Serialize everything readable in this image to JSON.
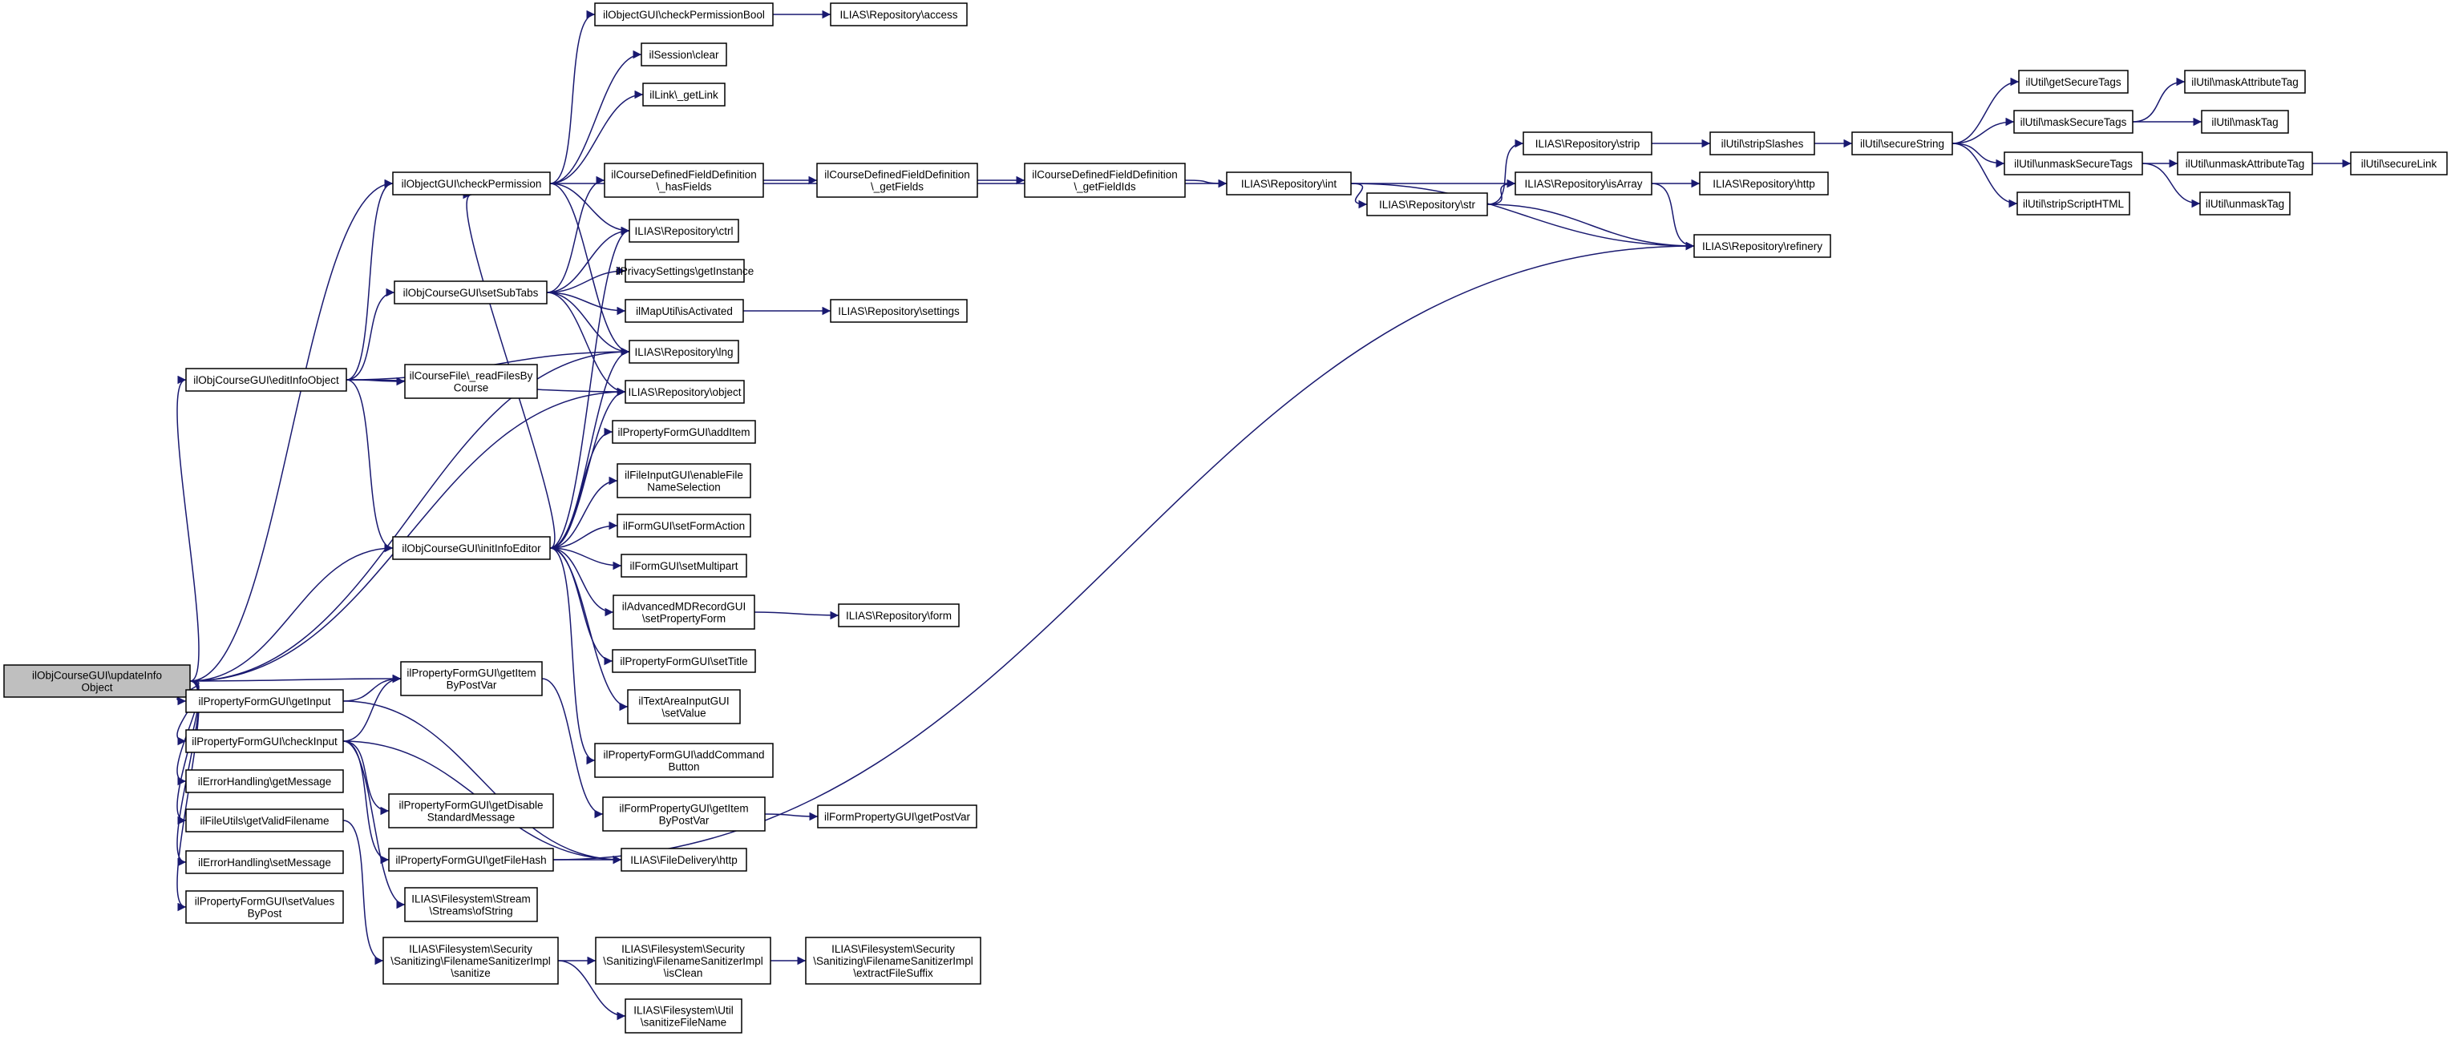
{
  "colors": {
    "edge": "#191970",
    "node_fill": "#ffffff",
    "root_fill": "#bfbfbf",
    "node_stroke": "#000000"
  },
  "nodes": [
    {
      "id": "root",
      "lines": [
        "ilObjCourseGUI\\updateInfo",
        "Object"
      ]
    },
    {
      "id": "editInfoObject",
      "lines": [
        "ilObjCourseGUI\\editInfoObject"
      ]
    },
    {
      "id": "checkPermission",
      "lines": [
        "ilObjectGUI\\checkPermission"
      ]
    },
    {
      "id": "setSubTabs",
      "lines": [
        "ilObjCourseGUI\\setSubTabs"
      ]
    },
    {
      "id": "initInfoEditor",
      "lines": [
        "ilObjCourseGUI\\initInfoEditor"
      ]
    },
    {
      "id": "getInputPF",
      "lines": [
        "ilPropertyFormGUI\\getInput"
      ]
    },
    {
      "id": "checkInputPF",
      "lines": [
        "ilPropertyFormGUI\\checkInput"
      ]
    },
    {
      "id": "errGetMessage",
      "lines": [
        "ilErrorHandling\\getMessage"
      ]
    },
    {
      "id": "getValidFilename",
      "lines": [
        "ilFileUtils\\getValidFilename"
      ]
    },
    {
      "id": "errSetMessage",
      "lines": [
        "ilErrorHandling\\setMessage"
      ]
    },
    {
      "id": "setValuesByPost",
      "lines": [
        "ilPropertyFormGUI\\setValues",
        "ByPost"
      ]
    },
    {
      "id": "getItemByPostVar",
      "lines": [
        "ilPropertyFormGUI\\getItem",
        "ByPostVar"
      ]
    },
    {
      "id": "getDisableStd",
      "lines": [
        "ilPropertyFormGUI\\getDisable",
        "StandardMessage"
      ]
    },
    {
      "id": "getFileHash",
      "lines": [
        "ilPropertyFormGUI\\getFileHash"
      ]
    },
    {
      "id": "streamsOfString",
      "lines": [
        "ILIAS\\Filesystem\\Stream",
        "\\Streams\\ofString"
      ]
    },
    {
      "id": "fnSanitize",
      "lines": [
        "ILIAS\\Filesystem\\Security",
        "\\Sanitizing\\FilenameSanitizerImpl",
        "\\sanitize"
      ]
    },
    {
      "id": "fnIsClean",
      "lines": [
        "ILIAS\\Filesystem\\Security",
        "\\Sanitizing\\FilenameSanitizerImpl",
        "\\isClean"
      ]
    },
    {
      "id": "fnExtractSuffix",
      "lines": [
        "ILIAS\\Filesystem\\Security",
        "\\Sanitizing\\FilenameSanitizerImpl",
        "\\extractFileSuffix"
      ]
    },
    {
      "id": "sanitizeFileName",
      "lines": [
        "ILIAS\\Filesystem\\Util",
        "\\sanitizeFileName"
      ]
    },
    {
      "id": "checkPermissionBool",
      "lines": [
        "ilObjectGUI\\checkPermissionBool"
      ]
    },
    {
      "id": "repoAccess",
      "lines": [
        "ILIAS\\Repository\\access"
      ]
    },
    {
      "id": "sessionClear",
      "lines": [
        "ilSession\\clear"
      ]
    },
    {
      "id": "linkGetLink",
      "lines": [
        "ilLink\\_getLink"
      ]
    },
    {
      "id": "cdfHasFields",
      "lines": [
        "ilCourseDefinedFieldDefinition",
        "\\_hasFields"
      ]
    },
    {
      "id": "cdfGetFields",
      "lines": [
        "ilCourseDefinedFieldDefinition",
        "\\_getFields"
      ]
    },
    {
      "id": "cdfGetFieldIds",
      "lines": [
        "ilCourseDefinedFieldDefinition",
        "\\_getFieldIds"
      ]
    },
    {
      "id": "repoCtrl",
      "lines": [
        "ILIAS\\Repository\\ctrl"
      ]
    },
    {
      "id": "privacyGetInstance",
      "lines": [
        "ilPrivacySettings\\getInstance"
      ]
    },
    {
      "id": "mapIsActivated",
      "lines": [
        "ilMapUtil\\isActivated"
      ]
    },
    {
      "id": "repoSettings",
      "lines": [
        "ILIAS\\Repository\\settings"
      ]
    },
    {
      "id": "repoLng",
      "lines": [
        "ILIAS\\Repository\\lng"
      ]
    },
    {
      "id": "courseFileRead",
      "lines": [
        "ilCourseFile\\_readFilesBy",
        "Course"
      ]
    },
    {
      "id": "repoObject",
      "lines": [
        "ILIAS\\Repository\\object"
      ]
    },
    {
      "id": "addItem",
      "lines": [
        "ilPropertyFormGUI\\addItem"
      ]
    },
    {
      "id": "enableFileNameSel",
      "lines": [
        "ilFileInputGUI\\enableFile",
        "NameSelection"
      ]
    },
    {
      "id": "setFormAction",
      "lines": [
        "ilFormGUI\\setFormAction"
      ]
    },
    {
      "id": "setMultipart",
      "lines": [
        "ilFormGUI\\setMultipart"
      ]
    },
    {
      "id": "amdSetPropertyForm",
      "lines": [
        "ilAdvancedMDRecordGUI",
        "\\setPropertyForm"
      ]
    },
    {
      "id": "repoForm",
      "lines": [
        "ILIAS\\Repository\\form"
      ]
    },
    {
      "id": "setTitle",
      "lines": [
        "ilPropertyFormGUI\\setTitle"
      ]
    },
    {
      "id": "textAreaSetValue",
      "lines": [
        "ilTextAreaInputGUI",
        "\\setValue"
      ]
    },
    {
      "id": "addCommandButton",
      "lines": [
        "ilPropertyFormGUI\\addCommand",
        "Button"
      ]
    },
    {
      "id": "fpGetItemByPostVar",
      "lines": [
        "ilFormPropertyGUI\\getItem",
        "ByPostVar"
      ]
    },
    {
      "id": "fpGetPostVar",
      "lines": [
        "ilFormPropertyGUI\\getPostVar"
      ]
    },
    {
      "id": "fileDeliveryHttp",
      "lines": [
        "ILIAS\\FileDelivery\\http"
      ]
    },
    {
      "id": "repoInt",
      "lines": [
        "ILIAS\\Repository\\int"
      ]
    },
    {
      "id": "repoStr",
      "lines": [
        "ILIAS\\Repository\\str"
      ]
    },
    {
      "id": "repoStrip",
      "lines": [
        "ILIAS\\Repository\\strip"
      ]
    },
    {
      "id": "repoIsArray",
      "lines": [
        "ILIAS\\Repository\\isArray"
      ]
    },
    {
      "id": "repoHttp",
      "lines": [
        "ILIAS\\Repository\\http"
      ]
    },
    {
      "id": "repoRefinery",
      "lines": [
        "ILIAS\\Repository\\refinery"
      ]
    },
    {
      "id": "stripSlashes",
      "lines": [
        "ilUtil\\stripSlashes"
      ]
    },
    {
      "id": "secureString",
      "lines": [
        "ilUtil\\secureString"
      ]
    },
    {
      "id": "getSecureTags",
      "lines": [
        "ilUtil\\getSecureTags"
      ]
    },
    {
      "id": "maskSecureTags",
      "lines": [
        "ilUtil\\maskSecureTags"
      ]
    },
    {
      "id": "unmaskSecureTags",
      "lines": [
        "ilUtil\\unmaskSecureTags"
      ]
    },
    {
      "id": "stripScriptHTML",
      "lines": [
        "ilUtil\\stripScriptHTML"
      ]
    },
    {
      "id": "maskAttributeTag",
      "lines": [
        "ilUtil\\maskAttributeTag"
      ]
    },
    {
      "id": "maskTag",
      "lines": [
        "ilUtil\\maskTag"
      ]
    },
    {
      "id": "unmaskAttributeTag",
      "lines": [
        "ilUtil\\unmaskAttributeTag"
      ]
    },
    {
      "id": "unmaskTag",
      "lines": [
        "ilUtil\\unmaskTag"
      ]
    },
    {
      "id": "secureLink",
      "lines": [
        "ilUtil\\secureLink"
      ]
    }
  ],
  "edges": [
    [
      "root",
      "editInfoObject"
    ],
    [
      "root",
      "checkPermission"
    ],
    [
      "root",
      "initInfoEditor"
    ],
    [
      "root",
      "getInputPF"
    ],
    [
      "root",
      "checkInputPF"
    ],
    [
      "root",
      "errGetMessage"
    ],
    [
      "root",
      "getValidFilename"
    ],
    [
      "root",
      "errSetMessage"
    ],
    [
      "root",
      "setValuesByPost"
    ],
    [
      "root",
      "getItemByPostVar"
    ],
    [
      "root",
      "repoLng"
    ],
    [
      "root",
      "repoObject"
    ],
    [
      "editInfoObject",
      "checkPermission"
    ],
    [
      "editInfoObject",
      "setSubTabs"
    ],
    [
      "editInfoObject",
      "initInfoEditor"
    ],
    [
      "editInfoObject",
      "courseFileRead"
    ],
    [
      "editInfoObject",
      "repoLng"
    ],
    [
      "editInfoObject",
      "repoObject"
    ],
    [
      "checkPermission",
      "checkPermissionBool"
    ],
    [
      "checkPermission",
      "sessionClear"
    ],
    [
      "checkPermission",
      "linkGetLink"
    ],
    [
      "checkPermission",
      "repoInt"
    ],
    [
      "checkPermission",
      "repoCtrl"
    ],
    [
      "checkPermission",
      "repoLng"
    ],
    [
      "checkPermissionBool",
      "repoAccess"
    ],
    [
      "setSubTabs",
      "cdfHasFields"
    ],
    [
      "setSubTabs",
      "repoCtrl"
    ],
    [
      "setSubTabs",
      "privacyGetInstance"
    ],
    [
      "setSubTabs",
      "mapIsActivated"
    ],
    [
      "setSubTabs",
      "repoLng"
    ],
    [
      "setSubTabs",
      "repoObject"
    ],
    [
      "mapIsActivated",
      "repoSettings"
    ],
    [
      "cdfHasFields",
      "cdfGetFields"
    ],
    [
      "cdfGetFields",
      "cdfGetFieldIds"
    ],
    [
      "cdfGetFieldIds",
      "repoInt"
    ],
    [
      "initInfoEditor",
      "checkPermission"
    ],
    [
      "initInfoEditor",
      "repoCtrl"
    ],
    [
      "initInfoEditor",
      "repoLng"
    ],
    [
      "initInfoEditor",
      "repoObject"
    ],
    [
      "initInfoEditor",
      "addItem"
    ],
    [
      "initInfoEditor",
      "enableFileNameSel"
    ],
    [
      "initInfoEditor",
      "setFormAction"
    ],
    [
      "initInfoEditor",
      "setMultipart"
    ],
    [
      "initInfoEditor",
      "amdSetPropertyForm"
    ],
    [
      "initInfoEditor",
      "setTitle"
    ],
    [
      "initInfoEditor",
      "textAreaSetValue"
    ],
    [
      "initInfoEditor",
      "addCommandButton"
    ],
    [
      "amdSetPropertyForm",
      "repoForm"
    ],
    [
      "getInputPF",
      "getItemByPostVar"
    ],
    [
      "getInputPF",
      "fileDeliveryHttp"
    ],
    [
      "checkInputPF",
      "getItemByPostVar"
    ],
    [
      "checkInputPF",
      "getDisableStd"
    ],
    [
      "checkInputPF",
      "getFileHash"
    ],
    [
      "checkInputPF",
      "streamsOfString"
    ],
    [
      "checkInputPF",
      "fileDeliveryHttp"
    ],
    [
      "getItemByPostVar",
      "fpGetItemByPostVar"
    ],
    [
      "fpGetItemByPostVar",
      "fpGetPostVar"
    ],
    [
      "getFileHash",
      "fileDeliveryHttp"
    ],
    [
      "getFileHash",
      "repoRefinery"
    ],
    [
      "getValidFilename",
      "fnSanitize"
    ],
    [
      "fnSanitize",
      "fnIsClean"
    ],
    [
      "fnSanitize",
      "sanitizeFileName"
    ],
    [
      "fnIsClean",
      "fnExtractSuffix"
    ],
    [
      "repoInt",
      "repoStr"
    ],
    [
      "repoInt",
      "repoIsArray"
    ],
    [
      "repoInt",
      "repoRefinery"
    ],
    [
      "repoStr",
      "repoStrip"
    ],
    [
      "repoStr",
      "repoIsArray"
    ],
    [
      "repoStr",
      "repoRefinery"
    ],
    [
      "repoIsArray",
      "repoHttp"
    ],
    [
      "repoIsArray",
      "repoRefinery"
    ],
    [
      "repoStrip",
      "stripSlashes"
    ],
    [
      "stripSlashes",
      "secureString"
    ],
    [
      "secureString",
      "getSecureTags"
    ],
    [
      "secureString",
      "maskSecureTags"
    ],
    [
      "secureString",
      "unmaskSecureTags"
    ],
    [
      "secureString",
      "stripScriptHTML"
    ],
    [
      "maskSecureTags",
      "maskAttributeTag"
    ],
    [
      "maskSecureTags",
      "maskTag"
    ],
    [
      "unmaskSecureTags",
      "unmaskAttributeTag"
    ],
    [
      "unmaskSecureTags",
      "unmaskTag"
    ],
    [
      "unmaskAttributeTag",
      "secureLink"
    ]
  ]
}
